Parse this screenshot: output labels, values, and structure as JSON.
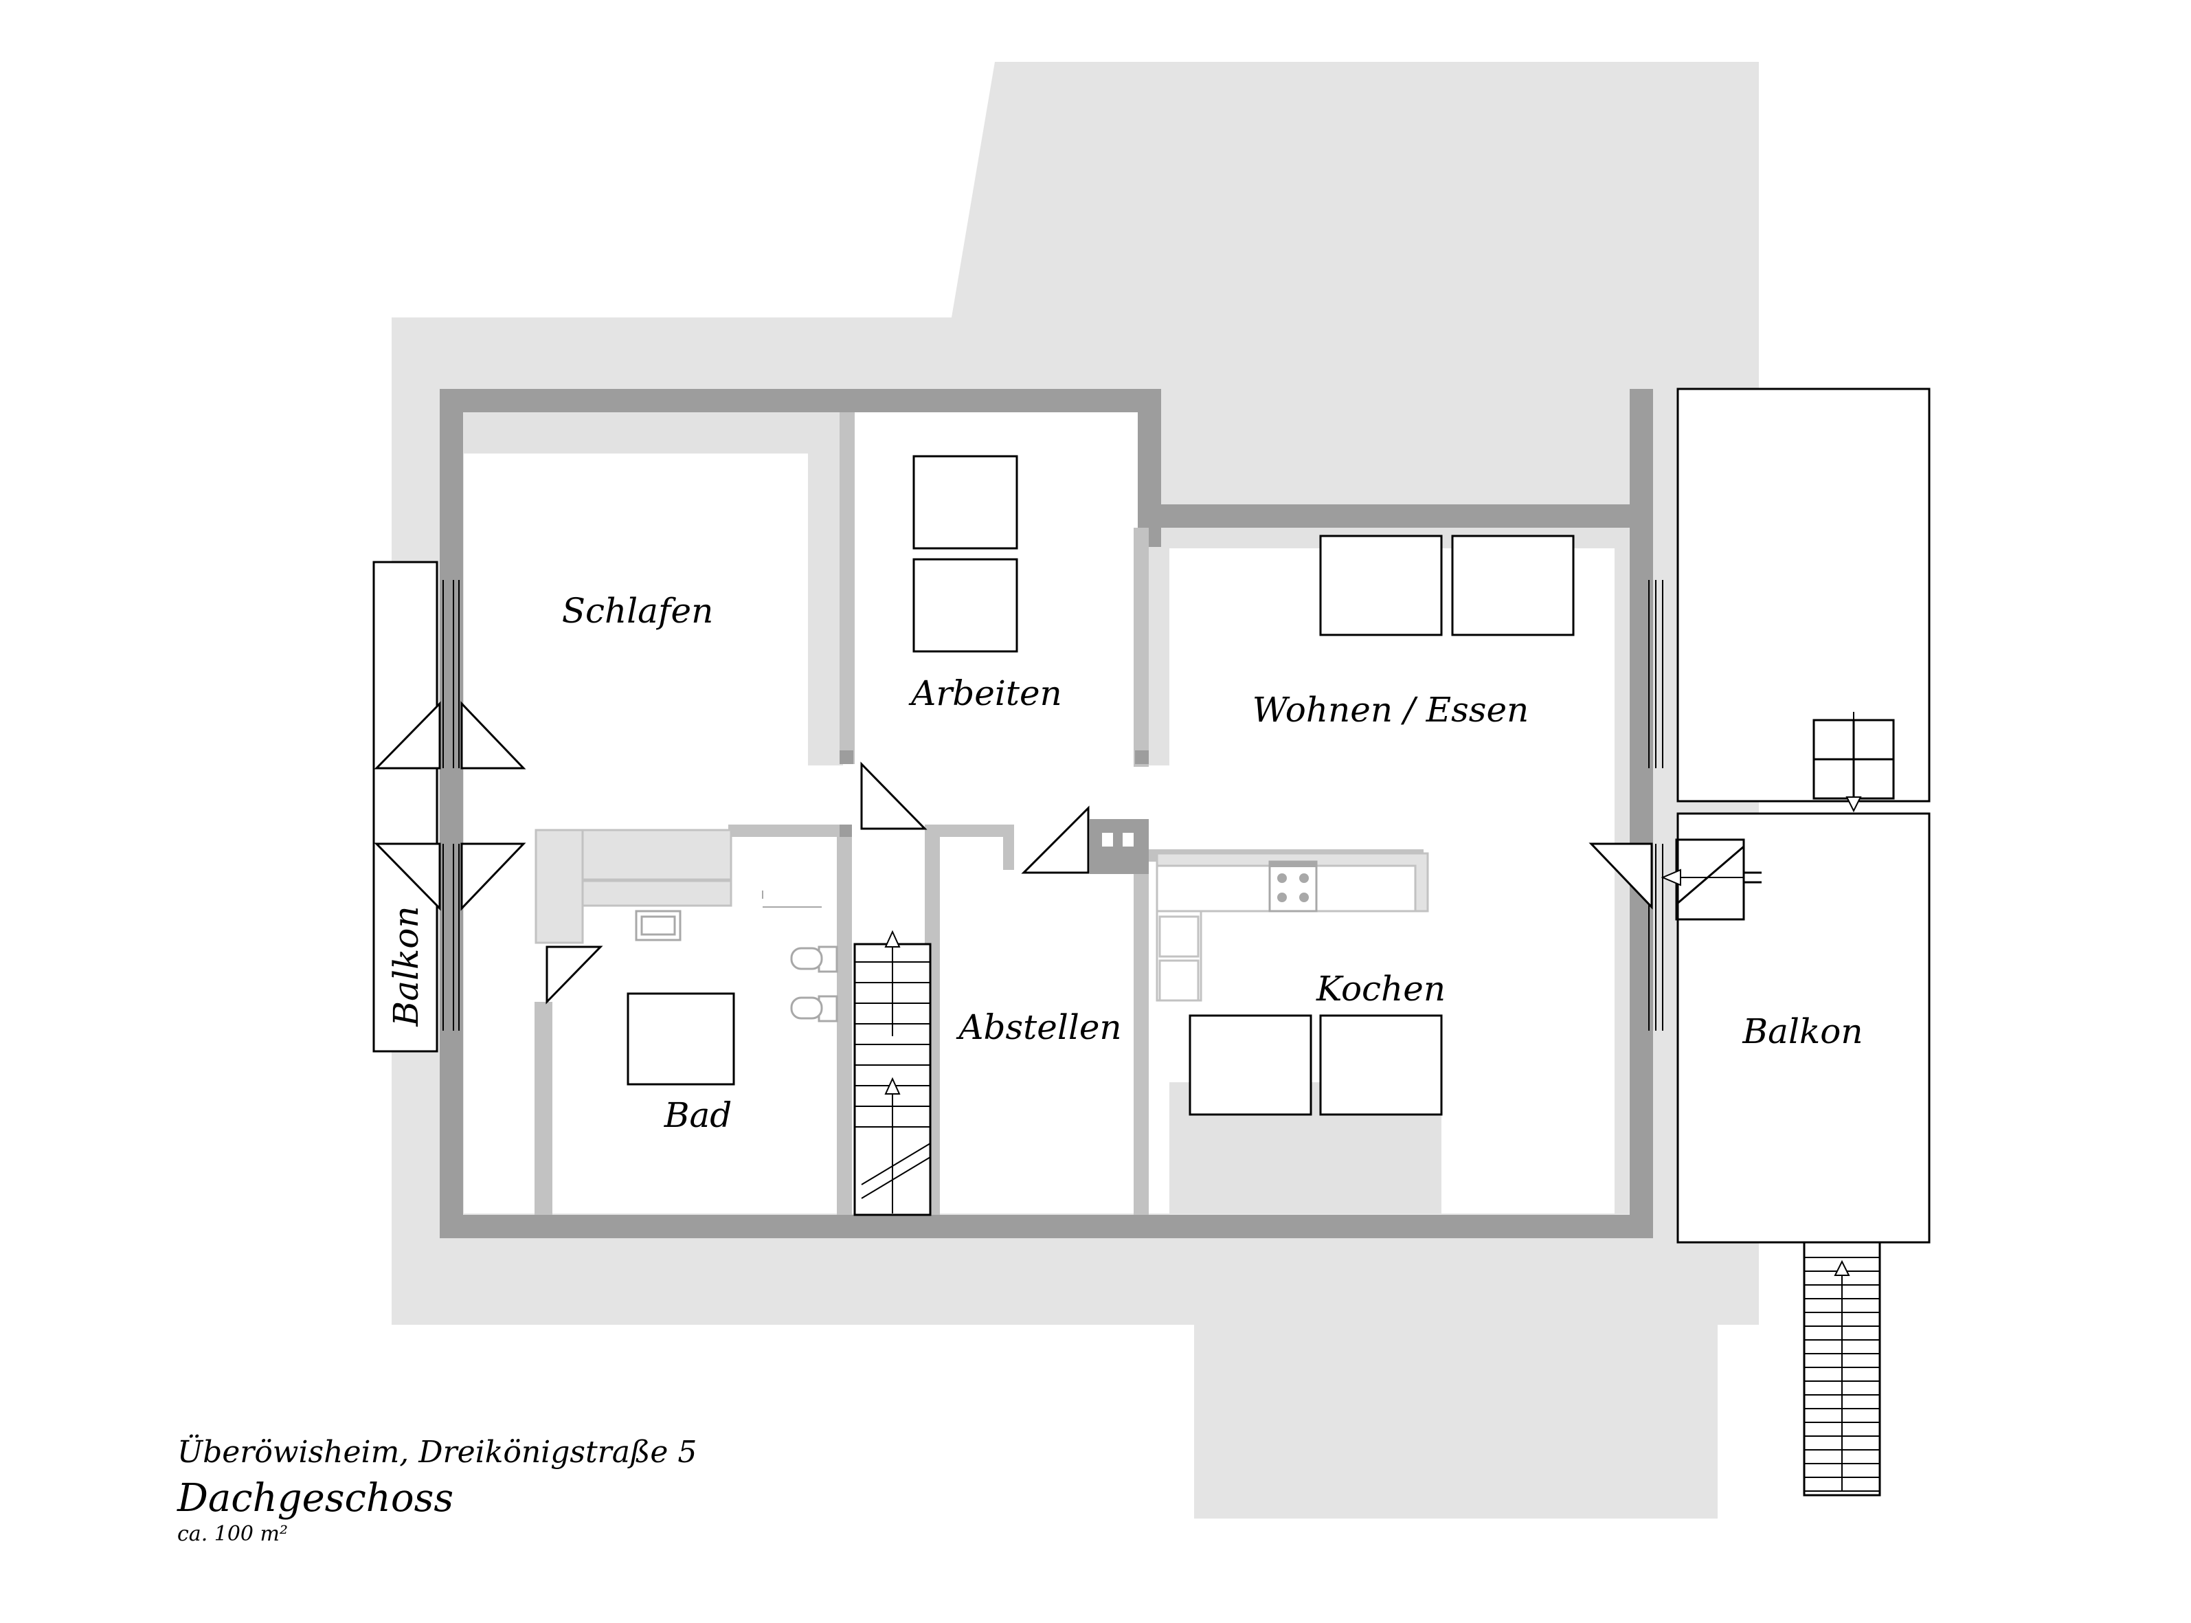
{
  "rooms": {
    "schlafen": "Schlafen",
    "arbeiten": "Arbeiten",
    "wohnen_essen": "Wohnen / Essen",
    "kochen": "Kochen",
    "bad": "Bad",
    "abstellen": "Abstellen",
    "balkon_left": "Balkon",
    "balkon_right": "Balkon"
  },
  "caption": {
    "address": "Überöwisheim, Dreikönigstraße 5",
    "floor": "Dachgeschoss",
    "area": "ca. 100 m²"
  },
  "colors": {
    "background": "#ffffff",
    "terrain": "#e4e4e4",
    "outer_wall": "#9d9d9d",
    "inner_wall": "#c2c2c2",
    "slope_zone": "#e2e2e2",
    "line": "#000000"
  }
}
